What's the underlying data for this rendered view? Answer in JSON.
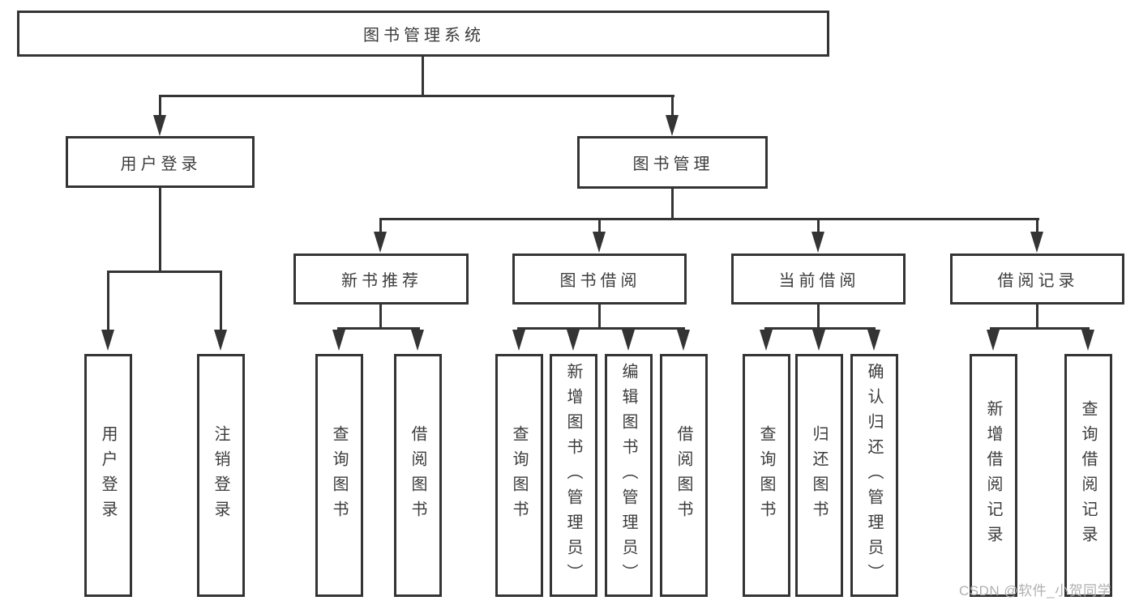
{
  "diagram": {
    "root": {
      "label": "图书管理系统"
    },
    "level2": [
      {
        "label": "用户登录"
      },
      {
        "label": "图书管理"
      }
    ],
    "level3": [
      {
        "label": "新书推荐"
      },
      {
        "label": "图书借阅"
      },
      {
        "label": "当前借阅"
      },
      {
        "label": "借阅记录"
      }
    ],
    "leaves": {
      "login": [
        {
          "label": "用户登录"
        },
        {
          "label": "注销登录"
        }
      ],
      "newbook": [
        {
          "label": "查询图书"
        },
        {
          "label": "借阅图书"
        }
      ],
      "borrow": [
        {
          "label": "查询图书"
        },
        {
          "label": "新增图书（管理员）"
        },
        {
          "label": "编辑图书（管理员）"
        },
        {
          "label": "借阅图书"
        }
      ],
      "current": [
        {
          "label": "查询图书"
        },
        {
          "label": "归还图书"
        },
        {
          "label": "确认归还（管理员）"
        }
      ],
      "records": [
        {
          "label": "新增借阅记录"
        },
        {
          "label": "查询借阅记录"
        }
      ]
    }
  },
  "watermark": {
    "text": "CSDN @软件_小贺同学"
  },
  "colors": {
    "line": "#343434",
    "text": "#3c3c3c",
    "watermark": "#b0b0b0",
    "background": "#ffffff"
  }
}
